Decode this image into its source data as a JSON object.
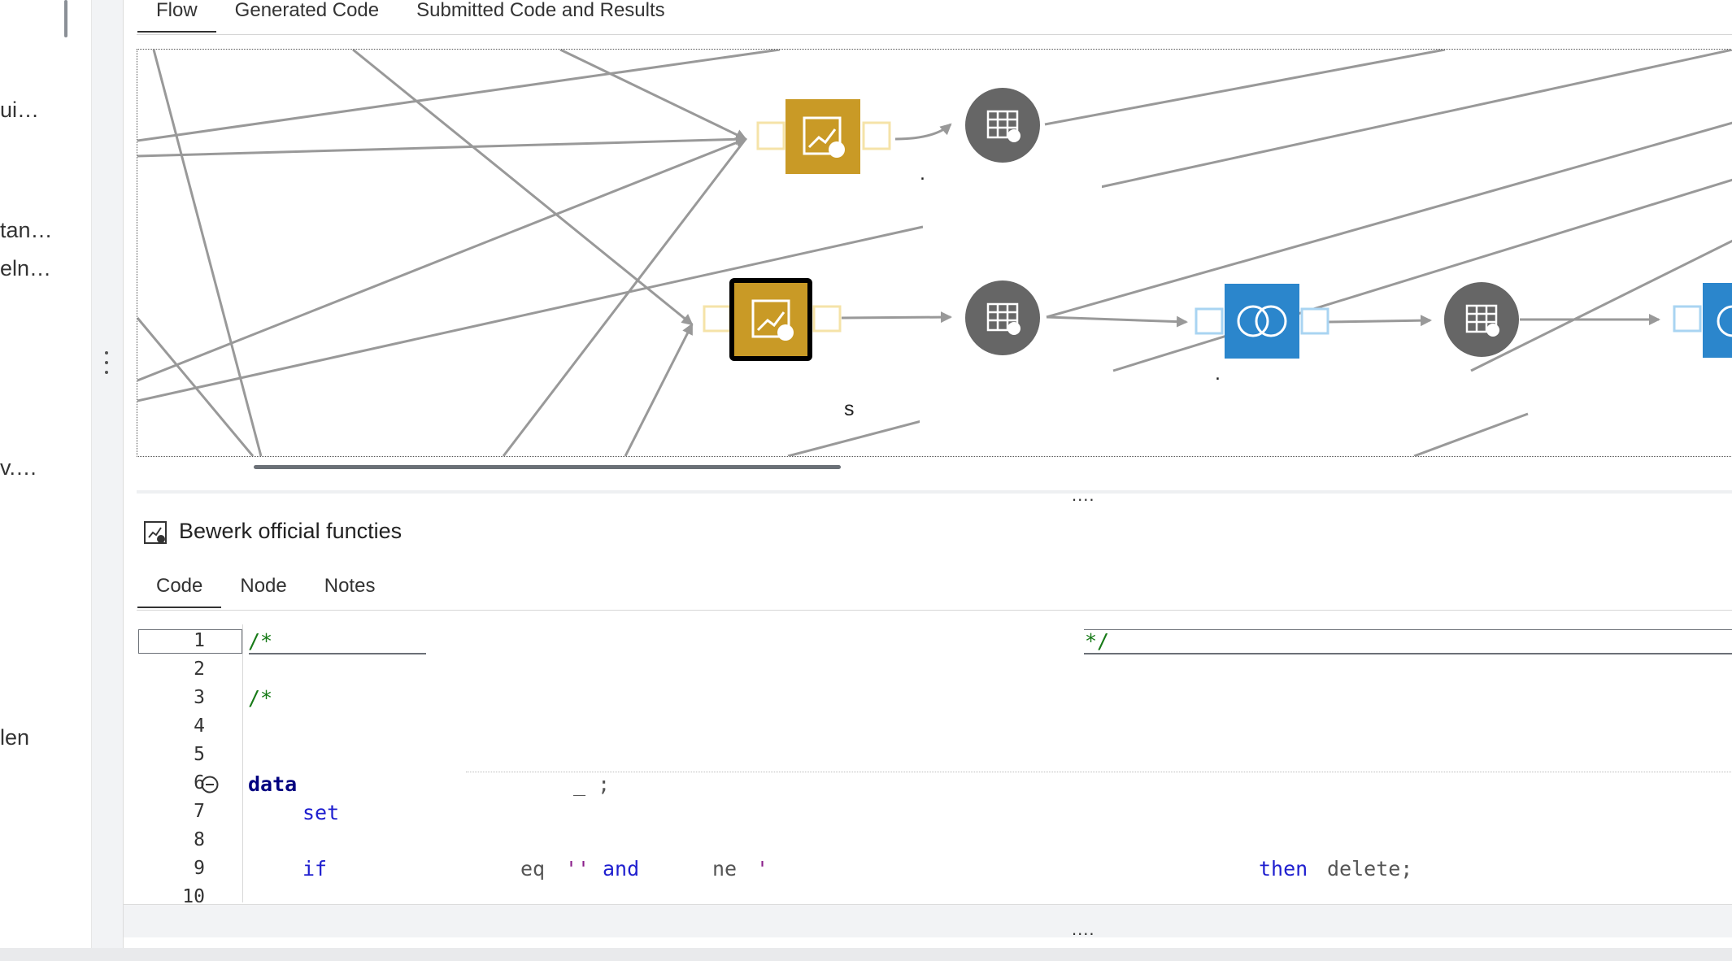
{
  "left_panel": {
    "items": [
      "ui…",
      "tan…",
      "eln…",
      "v.…",
      "len"
    ]
  },
  "top_tabs": [
    {
      "label": "Flow",
      "active": true
    },
    {
      "label": "Generated Code",
      "active": false
    },
    {
      "label": "Submitted Code and Results",
      "active": false
    }
  ],
  "flow": {
    "node_labels": {
      "s_label": "s",
      "dot_label": ".",
      "partial_label": "."
    },
    "colors": {
      "program_node": "#c99a26",
      "table_node": "#666666",
      "join_node": "#2b86cc",
      "edge": "#999999"
    }
  },
  "node_details": {
    "title": "Bewerk official functies",
    "icon": "program-node-icon",
    "tabs": [
      {
        "label": "Code",
        "active": true
      },
      {
        "label": "Node",
        "active": false
      },
      {
        "label": "Notes",
        "active": false
      }
    ]
  },
  "editor": {
    "line_numbers": [
      "1",
      "2",
      "3",
      "4",
      "5",
      "6",
      "7",
      "8",
      "9",
      "10"
    ],
    "tokens": {
      "l1_open": "/*",
      "l1_close": "*/",
      "l3_open": "/*",
      "l6_data": "data",
      "l6_rest": "_ ;",
      "l7_set": "set",
      "l9_if": "if",
      "l9_eq": "eq",
      "l9_str1": "''",
      "l9_and": "and",
      "l9_ne": "ne",
      "l9_str2": "'",
      "l9_then": "then",
      "l9_delete": "delete;"
    }
  }
}
